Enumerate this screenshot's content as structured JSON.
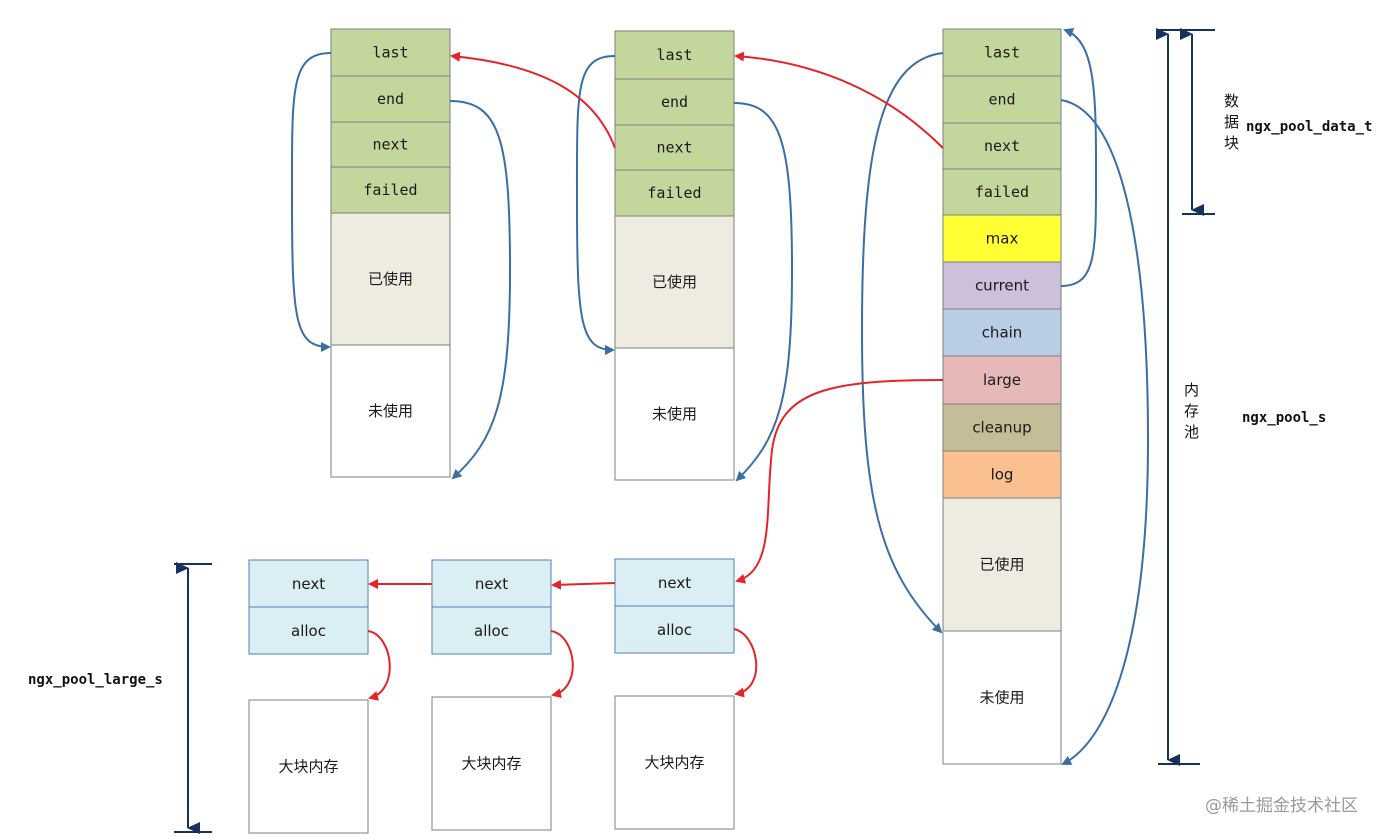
{
  "pools": [
    {
      "cells": [
        {
          "label": "last",
          "color": "#c3d69b",
          "font": "mono"
        },
        {
          "label": "end",
          "color": "#c3d69b",
          "font": "mono"
        },
        {
          "label": "next",
          "color": "#c3d69b",
          "font": "mono"
        },
        {
          "label": "failed",
          "color": "#c3d69b",
          "font": "mono"
        },
        {
          "label": "已使用",
          "color": "#eeece1",
          "font": "sans"
        },
        {
          "label": "未使用",
          "color": "#ffffff",
          "font": "sans"
        }
      ]
    },
    {
      "cells": [
        {
          "label": "last",
          "color": "#c3d69b",
          "font": "mono"
        },
        {
          "label": "end",
          "color": "#c3d69b",
          "font": "mono"
        },
        {
          "label": "next",
          "color": "#c3d69b",
          "font": "mono"
        },
        {
          "label": "failed",
          "color": "#c3d69b",
          "font": "mono"
        },
        {
          "label": "已使用",
          "color": "#eeece1",
          "font": "sans"
        },
        {
          "label": "未使用",
          "color": "#ffffff",
          "font": "sans"
        }
      ]
    },
    {
      "cells": [
        {
          "label": "last",
          "color": "#c3d69b",
          "font": "mono"
        },
        {
          "label": "end",
          "color": "#c3d69b",
          "font": "mono"
        },
        {
          "label": "next",
          "color": "#c3d69b",
          "font": "mono"
        },
        {
          "label": "failed",
          "color": "#c3d69b",
          "font": "mono"
        },
        {
          "label": "max",
          "color": "#ffff33",
          "font": "sans"
        },
        {
          "label": "current",
          "color": "#ccc0da",
          "font": "sans"
        },
        {
          "label": "chain",
          "color": "#b9cde5",
          "font": "sans"
        },
        {
          "label": "large",
          "color": "#e6b9b8",
          "font": "sans"
        },
        {
          "label": "cleanup",
          "color": "#c4bd97",
          "font": "sans"
        },
        {
          "label": "log",
          "color": "#fac090",
          "font": "sans"
        },
        {
          "label": "已使用",
          "color": "#eeece1",
          "font": "sans"
        },
        {
          "label": "未使用",
          "color": "#ffffff",
          "font": "sans"
        }
      ]
    }
  ],
  "large_blocks": [
    {
      "next": "next",
      "alloc": "alloc",
      "memory": "大块内存"
    },
    {
      "next": "next",
      "alloc": "alloc",
      "memory": "大块内存"
    },
    {
      "next": "next",
      "alloc": "alloc",
      "memory": "大块内存"
    }
  ],
  "labels": {
    "data_block_cn": [
      "数",
      "据",
      "块"
    ],
    "data_block": "ngx_pool_data_t",
    "pool_cn": [
      "内",
      "存",
      "池"
    ],
    "pool": "ngx_pool_s",
    "large": "ngx_pool_large_s"
  },
  "watermark": "@稀土掘金技术社区",
  "colors": {
    "blue_arrow": "#3a6ea5",
    "red_arrow": "#e3242b",
    "dark_arrow": "#16325c",
    "large_cell": "#daeef3",
    "large_border": "#4f81bd",
    "border": "#7f7f7f"
  }
}
